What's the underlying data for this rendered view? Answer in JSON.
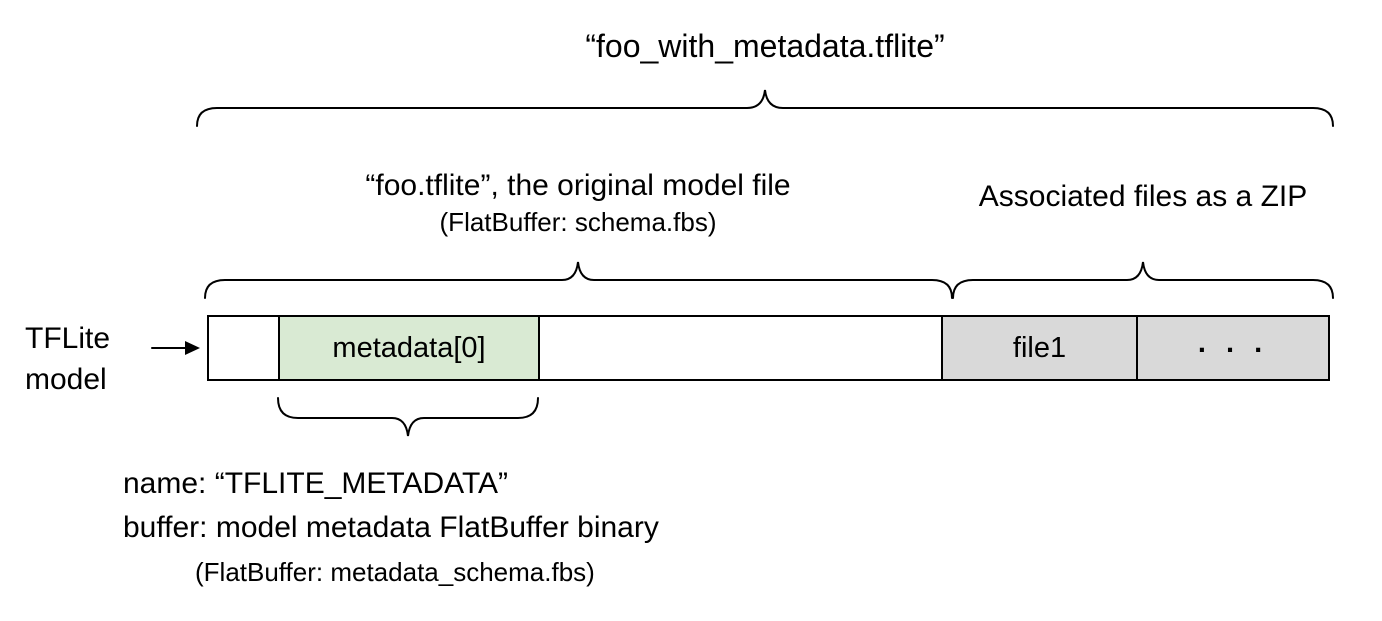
{
  "title": "“foo_with_metadata.tflite”",
  "model_section": {
    "heading": "“foo.tflite”, the original model file",
    "subheading": "(FlatBuffer: schema.fbs)"
  },
  "zip_section": {
    "heading": "Associated files as a ZIP"
  },
  "pointer_label": {
    "line1": "TFLite",
    "line2": "model"
  },
  "bar": {
    "segments": [
      {
        "name": "empty-leading",
        "label": ""
      },
      {
        "name": "metadata-0",
        "label": "metadata[0]"
      },
      {
        "name": "empty-middle",
        "label": ""
      },
      {
        "name": "file1",
        "label": "file1"
      },
      {
        "name": "more-files",
        "label": ". . ."
      }
    ]
  },
  "metadata_note": {
    "line1": "name: “TFLITE_METADATA”",
    "line2": "buffer: model metadata FlatBuffer binary",
    "line3": "(FlatBuffer: metadata_schema.fbs)"
  },
  "colors": {
    "stroke": "#000000",
    "metadata-fill": "#d9ead3",
    "file-fill": "#d9d9d9",
    "text": "#000000"
  }
}
